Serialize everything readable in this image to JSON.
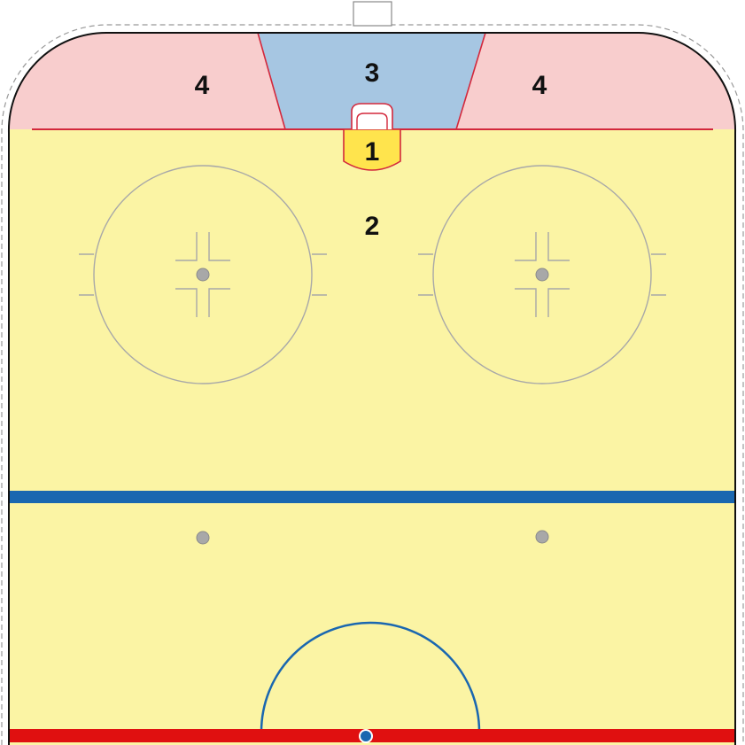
{
  "diagram": {
    "zones": [
      {
        "id": "zone-1",
        "label": "1",
        "color": "#FFE44D"
      },
      {
        "id": "zone-2",
        "label": "2",
        "color": "#FBF4A4"
      },
      {
        "id": "zone-3",
        "label": "3",
        "color": "#A6C6E2"
      },
      {
        "id": "zone-4-left",
        "label": "4",
        "color": "#F8CDCD"
      },
      {
        "id": "zone-4-right",
        "label": "4",
        "color": "#F8CDCD"
      }
    ],
    "colors": {
      "blue_line": "#1A67B0",
      "red_line": "#E01010",
      "goal_line": "#D3283C",
      "faceoff_markings": "#A8A8A8",
      "referee_crease": "#1A67B0",
      "board": "#111111",
      "outer_dashed": "#999999"
    }
  }
}
